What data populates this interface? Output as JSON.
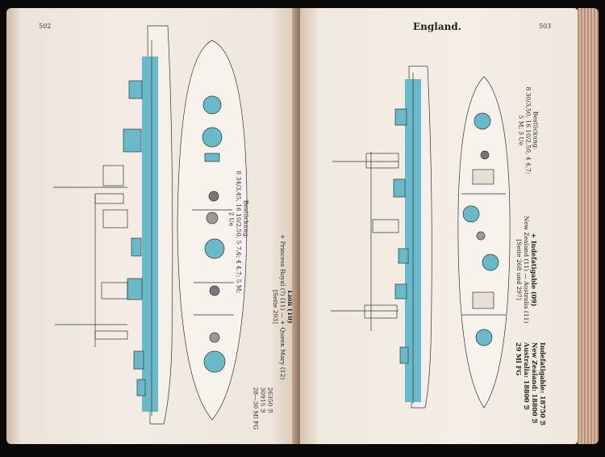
{
  "left_page": {
    "page_number": "502",
    "stats": [
      "26350 ℬ",
      "30915 ℬ",
      "28—30 Ml FG"
    ],
    "title": "Lion (10)",
    "sisters": "+ Princess Royal (?) (11) — + Queen Mary (12)",
    "ref": "[Seite 293]",
    "armament_heading": "Bestückung:",
    "armament_lines": [
      "8 34/3,45, 16 10/2,50, 5 7,6; 4 4,7; 5 M;",
      "2 Ue"
    ]
  },
  "right_page": {
    "page_number": "503",
    "heading": "England.",
    "stats": [
      "Indefatigable: 18750 ℬ",
      "New Zealand: 18800 ℬ",
      "Australia: 18800 ℬ",
      "29 Ml FG"
    ],
    "title": "+ Indefatigable (09)",
    "sisters": "New Zealand (11) — Australia (11)",
    "ref": "[Seite 268 und 297]",
    "armament_heading": "Bestückung:",
    "armament_lines": [
      "8 30/3,50, 16 10/2,50, 4 4,7;",
      "5 M; 3 Ue"
    ]
  },
  "colors": {
    "armor_blue": "#69b9c9",
    "paper": "#f2ece4",
    "ink": "#222222"
  }
}
